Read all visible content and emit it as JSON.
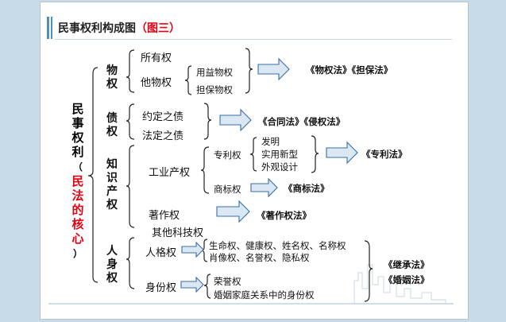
{
  "title": {
    "main": "民事权利构成图",
    "open": "（",
    "sub": "图三",
    "close": "）"
  },
  "root": {
    "chars": [
      "民",
      "事",
      "权",
      "利"
    ],
    "paren_open": "（",
    "core": [
      "民",
      "法",
      "的",
      "核",
      "心"
    ],
    "paren_close": "）"
  },
  "categories": {
    "property": "物权",
    "debt": "债权",
    "ip": "知识产权",
    "personal": "人身权"
  },
  "property": {
    "ownership": "所有权",
    "other": "他物权",
    "usufruct": "用益物权",
    "security": "担保物权",
    "laws": "《物权法》《担保法》"
  },
  "debt": {
    "contract": "约定之债",
    "statutory": "法定之债",
    "laws": "《合同法》《侵权法》"
  },
  "ip": {
    "industrial": "工业产权",
    "patent": "专利权",
    "invention": "发明",
    "utility": "实用新型",
    "design": "外观设计",
    "patent_law": "《专利法》",
    "trademark": "商标权",
    "trademark_law": "《商标法》",
    "copyright": "著作权",
    "copyright_law": "《著作权法》",
    "other_tech": "其他科技权"
  },
  "personal": {
    "personality": "人格权",
    "personality_line1": "生命权、健康权、姓名权、名称权",
    "personality_line2": "肖像权、名誉权、隐私权",
    "identity": "身份权",
    "identity_line1": "荣誉权",
    "identity_line2": "婚姻家庭关系中的身份权",
    "law1": "《继承法》",
    "law2": "《婚姻法》"
  },
  "colors": {
    "accent": "#4a90c2",
    "core_red": "#e60012",
    "arrow_fill": "#dbe8f4",
    "arrow_stroke": "#3a6fa6"
  }
}
